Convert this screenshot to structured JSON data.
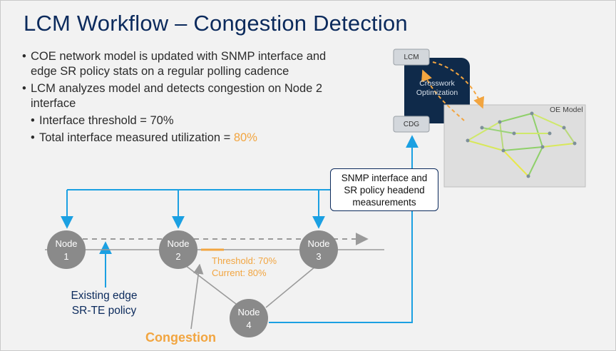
{
  "title": "LCM Workflow – Congestion Detection",
  "bullets": [
    {
      "text": "COE network model is updated with SNMP interface and edge SR policy stats on a regular polling cadence"
    },
    {
      "text": "LCM analyzes model and detects congestion on Node 2 interface"
    }
  ],
  "sub_bullets": [
    {
      "text": "Interface threshold = 70%"
    },
    {
      "prefix": "Total interface measured utilization = ",
      "highlight": "80%"
    }
  ],
  "architecture": {
    "lcm_label": "LCM",
    "crosswork_label_line1": "Crosswork",
    "crosswork_label_line2": "Optimization",
    "cdg_label": "CDG",
    "oe_model_label": "OE Model"
  },
  "callout": {
    "text": "SNMP interface and SR policy headend measurements"
  },
  "nodes": [
    {
      "line1": "Node",
      "line2": "1"
    },
    {
      "line1": "Node",
      "line2": "2"
    },
    {
      "line1": "Node",
      "line2": "3"
    },
    {
      "line1": "Node",
      "line2": "4"
    }
  ],
  "threshold_text": "Threshold: 70%",
  "current_text": "Current: 80%",
  "policy_label_line1": "Existing edge",
  "policy_label_line2": "SR-TE policy",
  "congestion_label": "Congestion",
  "colors": {
    "title": "#0b2a5c",
    "accent_orange": "#f2a540",
    "arrow_blue": "#1ba0e2",
    "node_gray": "#8a8a8a",
    "crosswork_navy": "#0f2a4a"
  }
}
